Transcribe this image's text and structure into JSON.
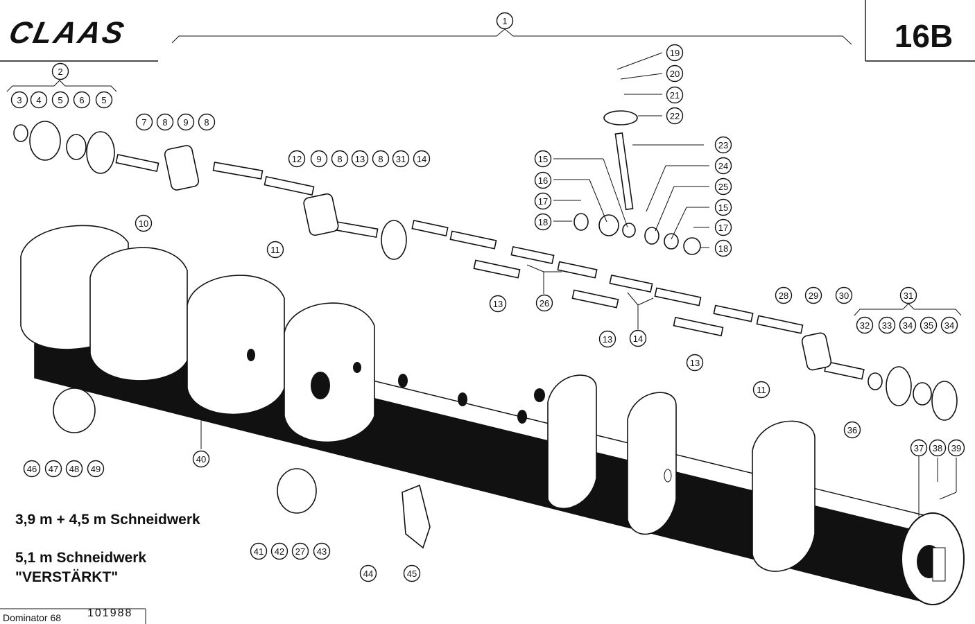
{
  "brand": "CLAAS",
  "page_code": "16B",
  "notes": {
    "line1": "3,9 m + 4,5 m Schneidwerk",
    "line2": "5,1 m Schneidwerk",
    "line3": "\"VERSTÄRKT\""
  },
  "footer": {
    "model": "Dominator 68",
    "doc_number": "101988"
  },
  "callouts": [
    {
      "id": "c1",
      "label": "1"
    },
    {
      "id": "c2",
      "label": "2"
    },
    {
      "id": "c3",
      "label": "3"
    },
    {
      "id": "c4",
      "label": "4"
    },
    {
      "id": "c5a",
      "label": "5"
    },
    {
      "id": "c6",
      "label": "6"
    },
    {
      "id": "c5b",
      "label": "5"
    },
    {
      "id": "c7",
      "label": "7"
    },
    {
      "id": "c8a",
      "label": "8"
    },
    {
      "id": "c9a",
      "label": "9"
    },
    {
      "id": "c8b",
      "label": "8"
    },
    {
      "id": "c10",
      "label": "10"
    },
    {
      "id": "c12",
      "label": "12"
    },
    {
      "id": "c9b",
      "label": "9"
    },
    {
      "id": "c8c",
      "label": "8"
    },
    {
      "id": "c13a",
      "label": "13"
    },
    {
      "id": "c8d",
      "label": "8"
    },
    {
      "id": "c31a",
      "label": "31"
    },
    {
      "id": "c14a",
      "label": "14"
    },
    {
      "id": "c11a",
      "label": "11"
    },
    {
      "id": "c19",
      "label": "19"
    },
    {
      "id": "c20",
      "label": "20"
    },
    {
      "id": "c21",
      "label": "21"
    },
    {
      "id": "c22",
      "label": "22"
    },
    {
      "id": "c23",
      "label": "23"
    },
    {
      "id": "c15a",
      "label": "15"
    },
    {
      "id": "c24",
      "label": "24"
    },
    {
      "id": "c16",
      "label": "16"
    },
    {
      "id": "c25",
      "label": "25"
    },
    {
      "id": "c17a",
      "label": "17"
    },
    {
      "id": "c15b",
      "label": "15"
    },
    {
      "id": "c18a",
      "label": "18"
    },
    {
      "id": "c17b",
      "label": "17"
    },
    {
      "id": "c18b",
      "label": "18"
    },
    {
      "id": "c13b",
      "label": "13"
    },
    {
      "id": "c26",
      "label": "26"
    },
    {
      "id": "c13c",
      "label": "13"
    },
    {
      "id": "c14b",
      "label": "14"
    },
    {
      "id": "c13d",
      "label": "13"
    },
    {
      "id": "c28",
      "label": "28"
    },
    {
      "id": "c29",
      "label": "29"
    },
    {
      "id": "c30",
      "label": "30"
    },
    {
      "id": "c31b",
      "label": "31"
    },
    {
      "id": "c32",
      "label": "32"
    },
    {
      "id": "c33",
      "label": "33"
    },
    {
      "id": "c34a",
      "label": "34"
    },
    {
      "id": "c35",
      "label": "35"
    },
    {
      "id": "c34b",
      "label": "34"
    },
    {
      "id": "c11b",
      "label": "11"
    },
    {
      "id": "c36",
      "label": "36"
    },
    {
      "id": "c37",
      "label": "37"
    },
    {
      "id": "c38",
      "label": "38"
    },
    {
      "id": "c39",
      "label": "39"
    },
    {
      "id": "c40",
      "label": "40"
    },
    {
      "id": "c46",
      "label": "46"
    },
    {
      "id": "c47",
      "label": "47"
    },
    {
      "id": "c48",
      "label": "48"
    },
    {
      "id": "c49",
      "label": "49"
    },
    {
      "id": "c41",
      "label": "41"
    },
    {
      "id": "c42",
      "label": "42"
    },
    {
      "id": "c27",
      "label": "27"
    },
    {
      "id": "c43",
      "label": "43"
    },
    {
      "id": "c44",
      "label": "44"
    },
    {
      "id": "c45",
      "label": "45"
    }
  ]
}
